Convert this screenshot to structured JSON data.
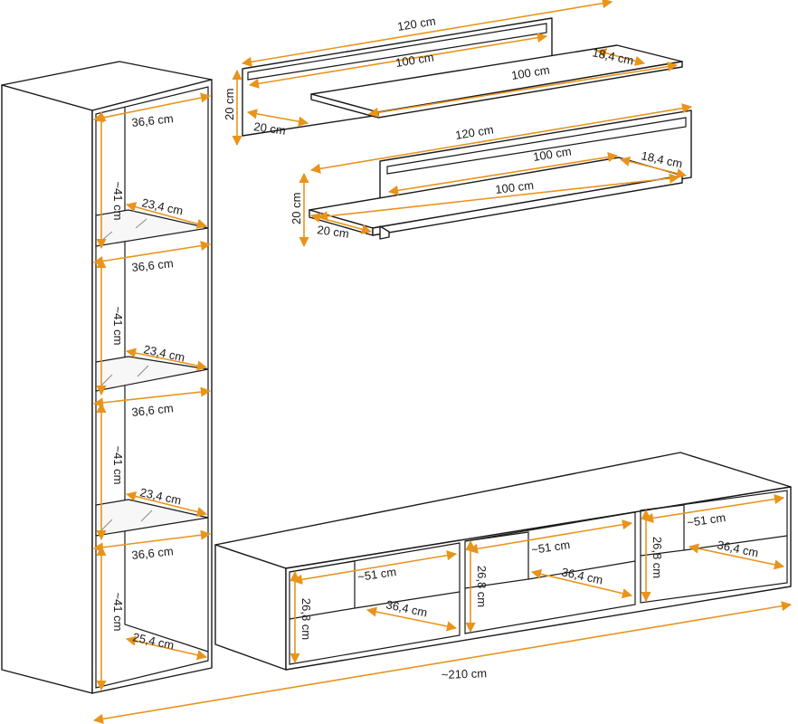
{
  "diagram": {
    "colors": {
      "dimension": "#e8941a",
      "outline": "#1a1a1a",
      "glass": "#f7f7f7"
    },
    "shelf_top": {
      "width": "120 cm",
      "board_width": "100 cm",
      "board_width_front": "100 cm",
      "depth_right": "18,4 cm",
      "height": "20 cm",
      "depth_left": "20 cm"
    },
    "shelf_bottom": {
      "width": "120 cm",
      "board_width": "100 cm",
      "board_width_front": "100 cm",
      "depth_right": "18,4 cm",
      "height": "20 cm",
      "depth_left": "20 cm"
    },
    "tall_cabinet": {
      "compartment_height_1": "~41 cm",
      "compartment_height_2": "~41 cm",
      "compartment_height_3": "~41 cm",
      "compartment_height_4": "~41 cm",
      "inner_width_1": "36,6 cm",
      "inner_width_2": "36,6 cm",
      "inner_width_3": "36,6 cm",
      "inner_width_4": "36,6 cm",
      "glass_depth_1": "23,4 cm",
      "glass_depth_2": "23,4 cm",
      "glass_depth_3": "23,4 cm",
      "bottom_depth": "25,4 cm"
    },
    "tv_bench": {
      "compartment_width_1": "~51 cm",
      "compartment_width_2": "~51 cm",
      "compartment_width_3": "~51 cm",
      "compartment_depth_1": "36,4 cm",
      "compartment_depth_2": "36,4 cm",
      "compartment_depth_3": "36,4 cm",
      "compartment_height_1": "26,8 cm",
      "compartment_height_2": "26,8 cm",
      "compartment_height_3": "26,8 cm"
    },
    "total_width": "~210 cm"
  }
}
